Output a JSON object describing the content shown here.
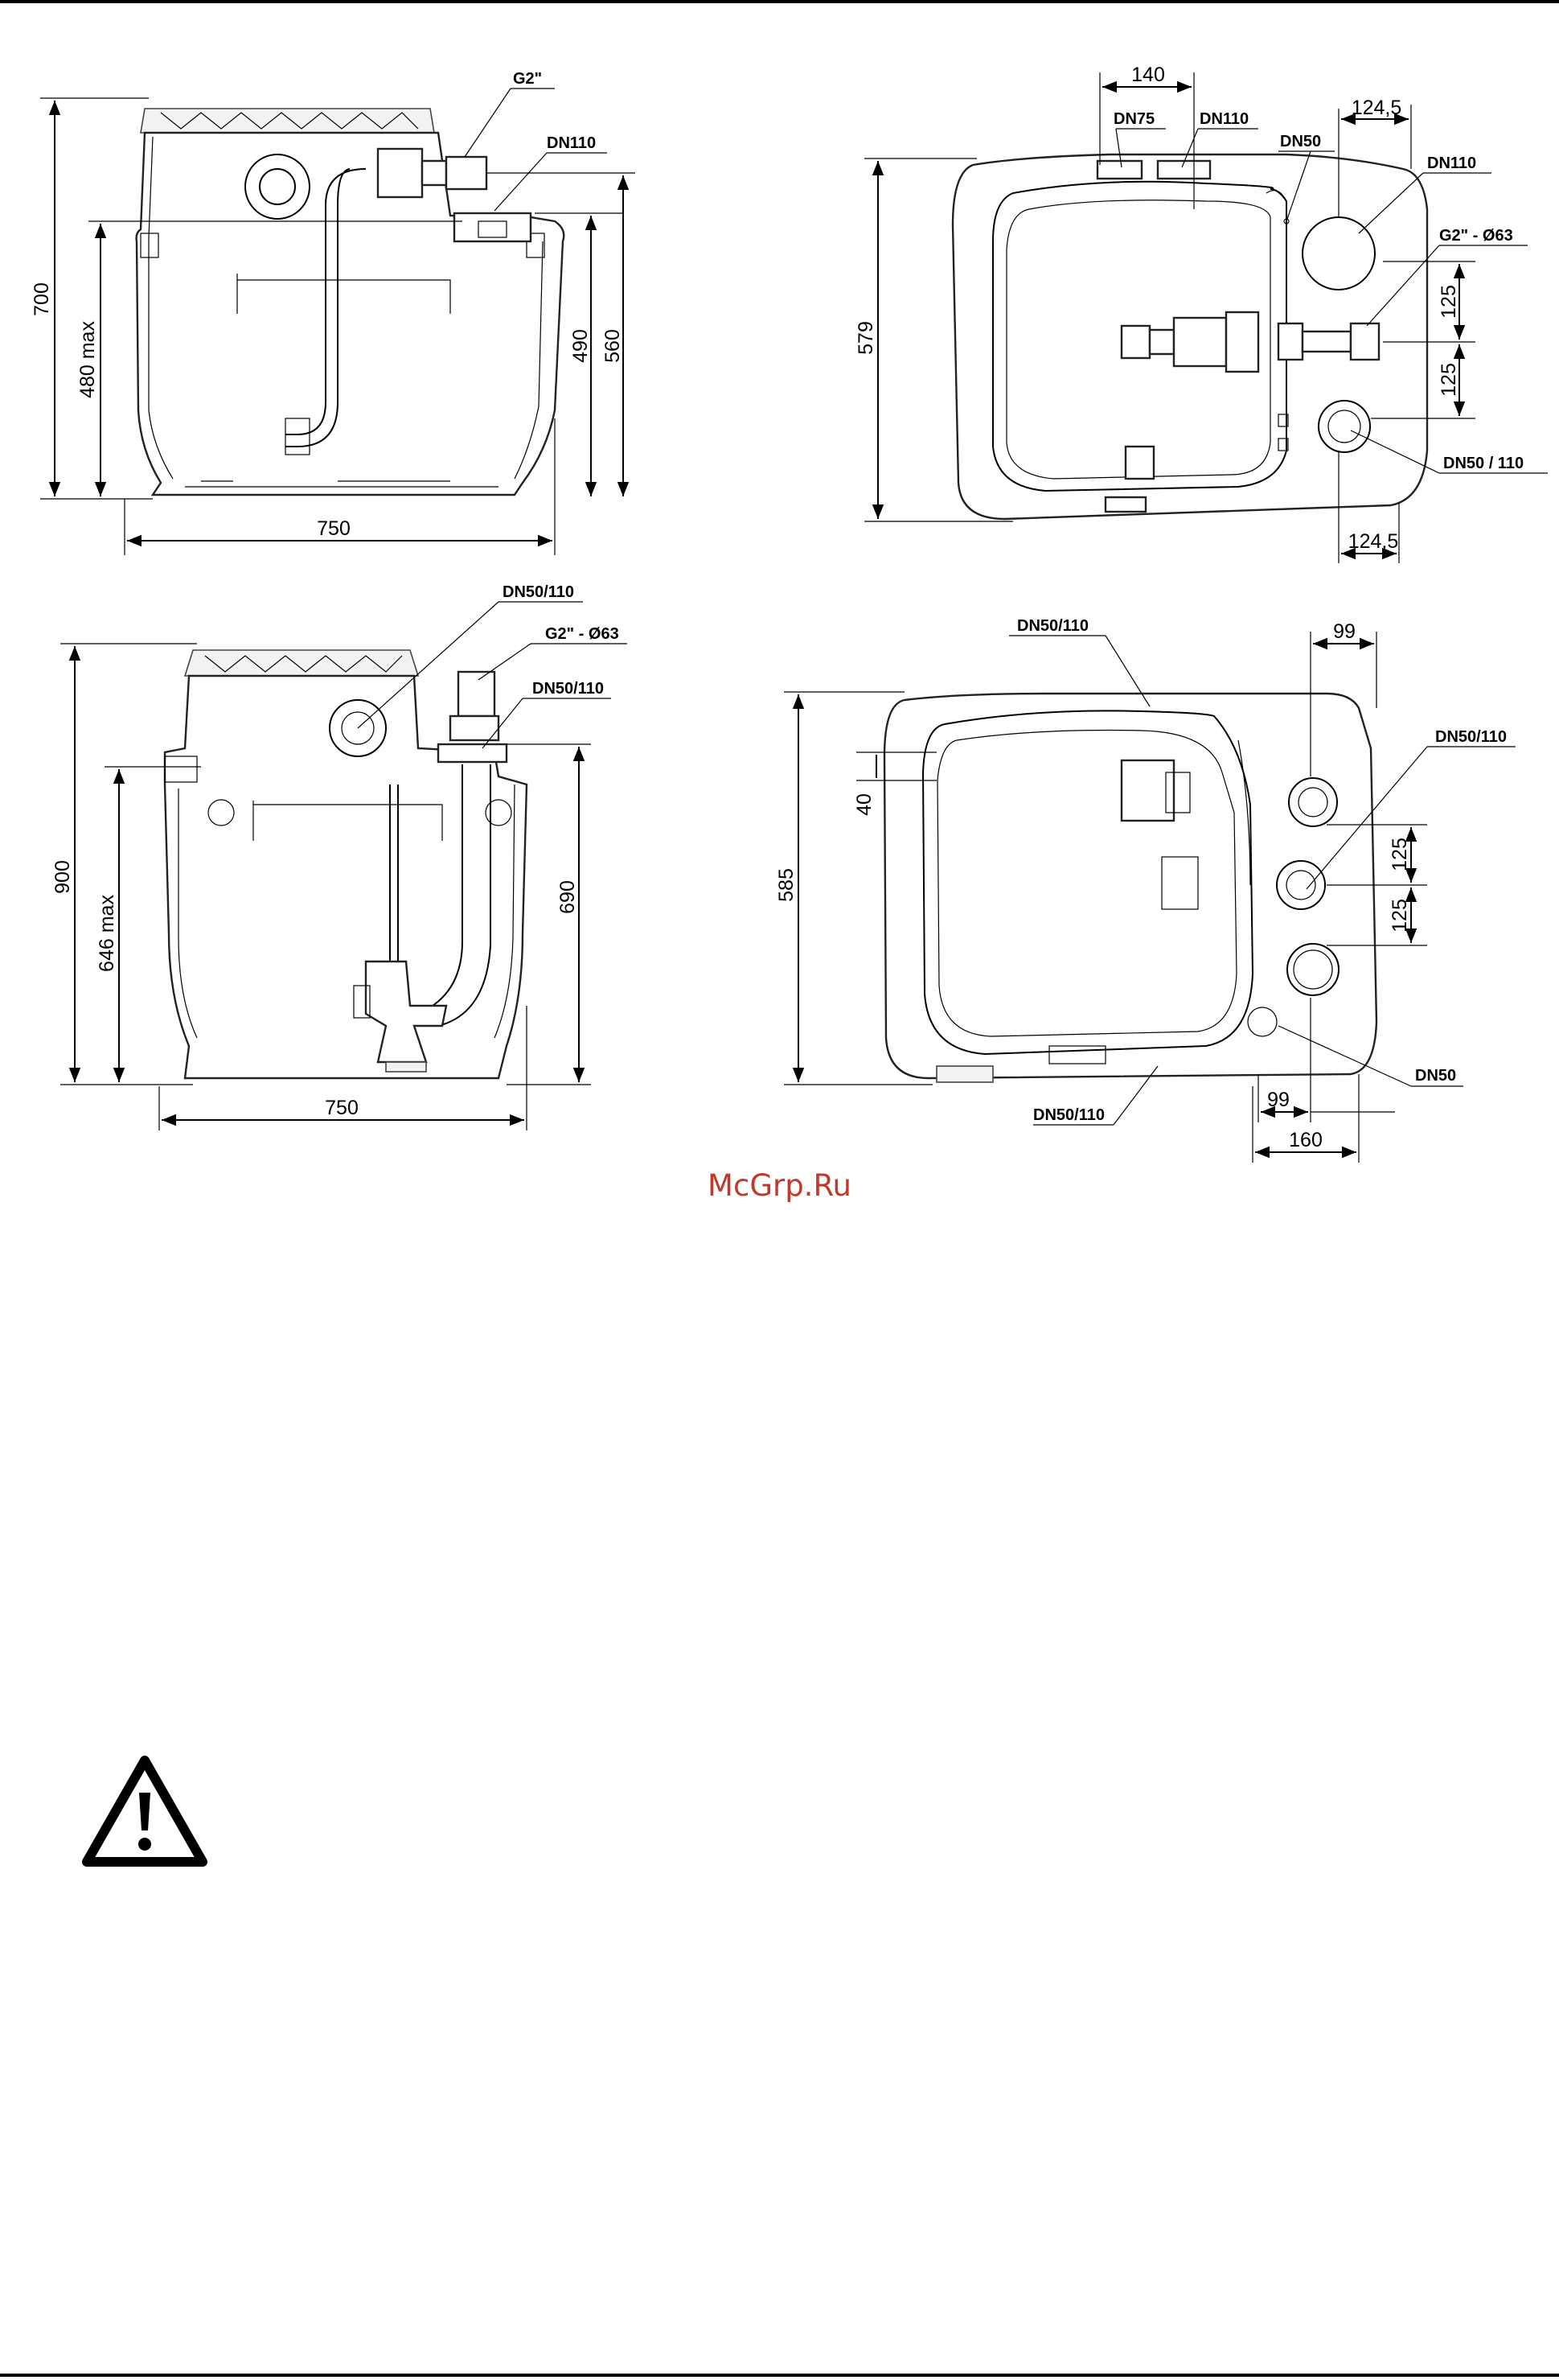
{
  "watermark": "McGrp.Ru",
  "views": {
    "front_small": {
      "height_total": "700",
      "height_max": "480 max",
      "h1": "490",
      "h2": "560",
      "width": "750",
      "label_g2": "G2\"",
      "label_dn110": "DN110"
    },
    "top_small": {
      "width_top": "140",
      "offset_top": "124,5",
      "offset_bottom": "124,5",
      "height": "579",
      "spacing_1": "125",
      "spacing_2": "125",
      "label_dn75": "DN75",
      "label_dn110_a": "DN110",
      "label_dn50": "DN50",
      "label_dn110_b": "DN110",
      "label_g2_63": "G2\" - Ø63",
      "label_dn50_110": "DN50 / 110"
    },
    "front_large": {
      "height_total": "900",
      "height_max": "646 max",
      "h1": "690",
      "width": "750",
      "label_dn50_110": "DN50/110",
      "label_g2_63": "G2\" - Ø63",
      "label_dn50_110_b": "DN50/110"
    },
    "top_large": {
      "height": "585",
      "offset_40": "40",
      "offset_top": "99",
      "offset_bottom": "99",
      "width_160": "160",
      "spacing_1": "125",
      "spacing_2": "125",
      "label_dn50_110_top": "DN50/110",
      "label_dn50_110_right": "DN50/110",
      "label_dn50": "DN50",
      "label_dn50_110_bottom": "DN50/110"
    }
  },
  "warning_icon": "warning-triangle-icon"
}
